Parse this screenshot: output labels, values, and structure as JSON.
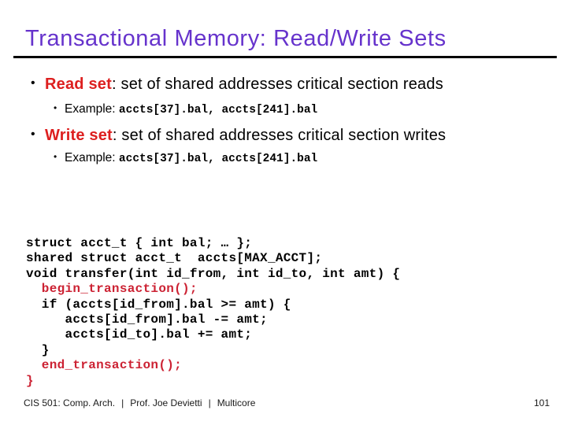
{
  "slide": {
    "title": "Transactional Memory: Read/Write Sets",
    "bullet_char": "•",
    "bullets": [
      {
        "head": "Read set",
        "rest": ": set of shared addresses critical section reads",
        "example_label": "Example: ",
        "example_code": "accts[37].bal, accts[241].bal"
      },
      {
        "head": "Write set",
        "rest": ": set of shared addresses critical section writes",
        "example_label": "Example: ",
        "example_code": "accts[37].bal, accts[241].bal"
      }
    ],
    "code": {
      "lines": [
        {
          "text": "struct acct_t { int bal; … };",
          "red": false
        },
        {
          "text": "shared struct acct_t  accts[MAX_ACCT];",
          "red": false
        },
        {
          "text": "void transfer(int id_from, int id_to, int amt) {",
          "red": false
        },
        {
          "text": "  begin_transaction();",
          "red": true
        },
        {
          "text": "  if (accts[id_from].bal >= amt) {",
          "red": false
        },
        {
          "text": "     accts[id_from].bal -= amt;",
          "red": false
        },
        {
          "text": "     accts[id_to].bal += amt;",
          "red": false
        },
        {
          "text": "  }",
          "red": false
        },
        {
          "text": "  end_transaction();",
          "red": true
        },
        {
          "text": "}",
          "red": true
        }
      ]
    },
    "footer": {
      "course": "CIS 501: Comp. Arch.",
      "separator": "|",
      "professor": "Prof. Joe Devietti",
      "topic": "Multicore",
      "page_number": "101"
    },
    "colors": {
      "title": "#6633cc",
      "accent_red": "#dd1f1f",
      "code_red": "#cc2233",
      "text": "#000000"
    }
  }
}
